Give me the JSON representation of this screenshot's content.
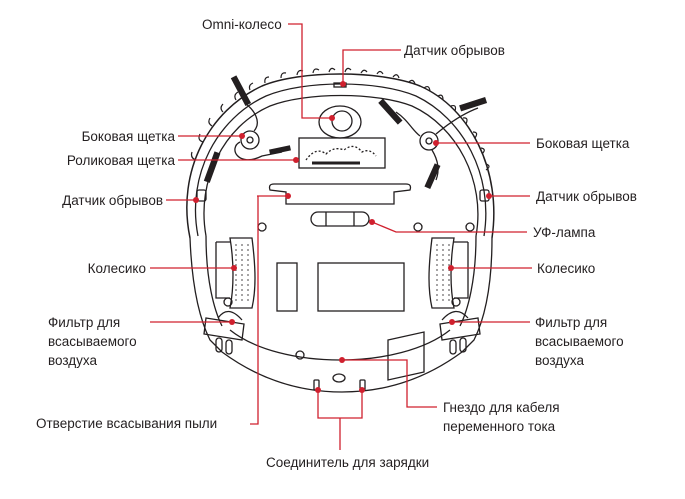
{
  "diagram": {
    "subject": "Robot vacuum cleaner — bottom view",
    "accent_color": "#d0202e",
    "line_color": "#231f20",
    "labels": {
      "omni_wheel": "Omni-колесо",
      "cliff_sensor_top": "Датчик обрывов",
      "side_brush_left": "Боковая щетка",
      "roller_brush": "Роликовая щетка",
      "cliff_sensor_left": "Датчик обрывов",
      "side_brush_right": "Боковая щетка",
      "cliff_sensor_right": "Датчик обрывов",
      "uv_lamp": "УФ-лампа",
      "wheel_left": "Колесико",
      "wheel_right": "Колесико",
      "air_filter_left": "Фильтр для\nвсасываемого\nвоздуха",
      "air_filter_right": "Фильтр для\nвсасываемого\nвоздуха",
      "dust_intake": "Отверстие всасывания пыли",
      "ac_socket": "Гнездо для кабеля\nпеременного тока",
      "charging_connector": "Соединитель для зарядки"
    }
  }
}
